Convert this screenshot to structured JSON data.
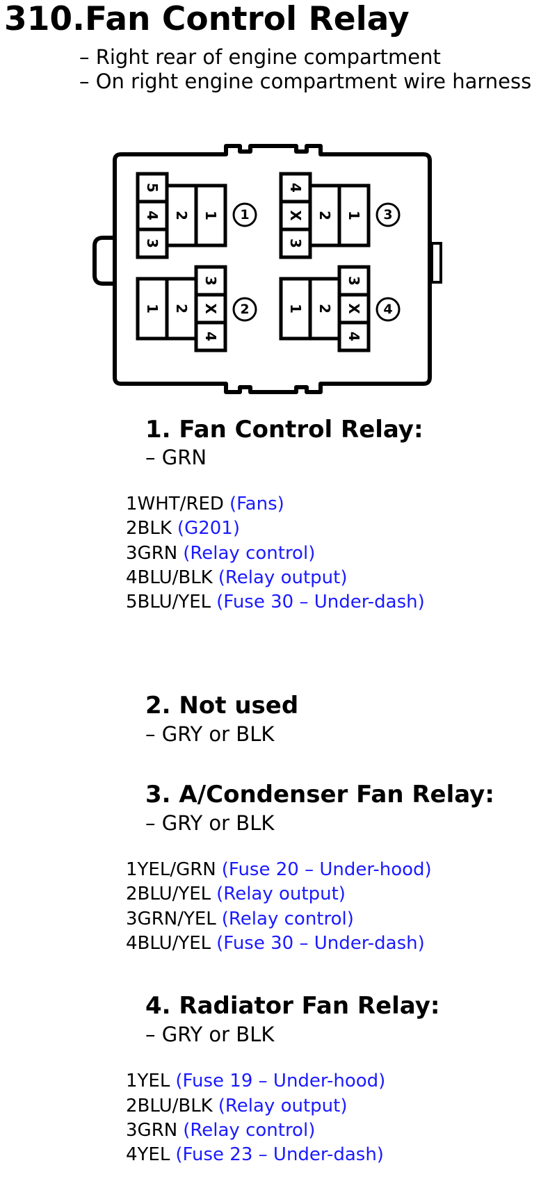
{
  "page": {
    "title": "310.Fan Control Relay",
    "location": [
      "– Right rear of engine compartment",
      "– On right engine compartment wire harness"
    ]
  },
  "diagram": {
    "sockets": [
      {
        "id": "①",
        "cells": [
          "5",
          "4",
          "3",
          "2",
          "1"
        ]
      },
      {
        "id": "②",
        "cells": [
          "1",
          "2",
          "3",
          "X",
          "4"
        ]
      },
      {
        "id": "③",
        "cells": [
          "4",
          "X",
          "3",
          "2",
          "1"
        ]
      },
      {
        "id": "④",
        "cells": [
          "1",
          "2",
          "3",
          "X",
          "4"
        ]
      }
    ]
  },
  "sections": [
    {
      "heading": "1. Fan Control Relay:",
      "color": "– GRN",
      "pins": [
        {
          "wire": "1WHT/RED",
          "desc": "(Fans)"
        },
        {
          "wire": "2BLK",
          "desc": "(G201)"
        },
        {
          "wire": "3GRN",
          "desc": "(Relay control)"
        },
        {
          "wire": "4BLU/BLK",
          "desc": "(Relay output)"
        },
        {
          "wire": "5BLU/YEL",
          "desc": "(Fuse 30 – Under-dash)"
        }
      ]
    },
    {
      "heading": "2. Not used",
      "color": "– GRY or BLK",
      "pins": []
    },
    {
      "heading": "3. A/Condenser Fan Relay:",
      "color": "– GRY or BLK",
      "pins": [
        {
          "wire": "1YEL/GRN",
          "desc": "(Fuse 20 – Under-hood)"
        },
        {
          "wire": "2BLU/YEL",
          "desc": "(Relay output)"
        },
        {
          "wire": "3GRN/YEL",
          "desc": "(Relay control)"
        },
        {
          "wire": "4BLU/YEL",
          "desc": "(Fuse 30 – Under-dash)"
        }
      ]
    },
    {
      "heading": "4. Radiator Fan Relay:",
      "color": "– GRY or BLK",
      "pins": [
        {
          "wire": "1YEL",
          "desc": "(Fuse 19 – Under-hood)"
        },
        {
          "wire": "2BLU/BLK",
          "desc": "(Relay output)"
        },
        {
          "wire": "3GRN",
          "desc": "(Relay control)"
        },
        {
          "wire": "4YEL",
          "desc": "(Fuse 23 – Under-dash)"
        }
      ]
    }
  ],
  "colors": {
    "text": "#000000",
    "pin_description": "#1a1aff"
  }
}
